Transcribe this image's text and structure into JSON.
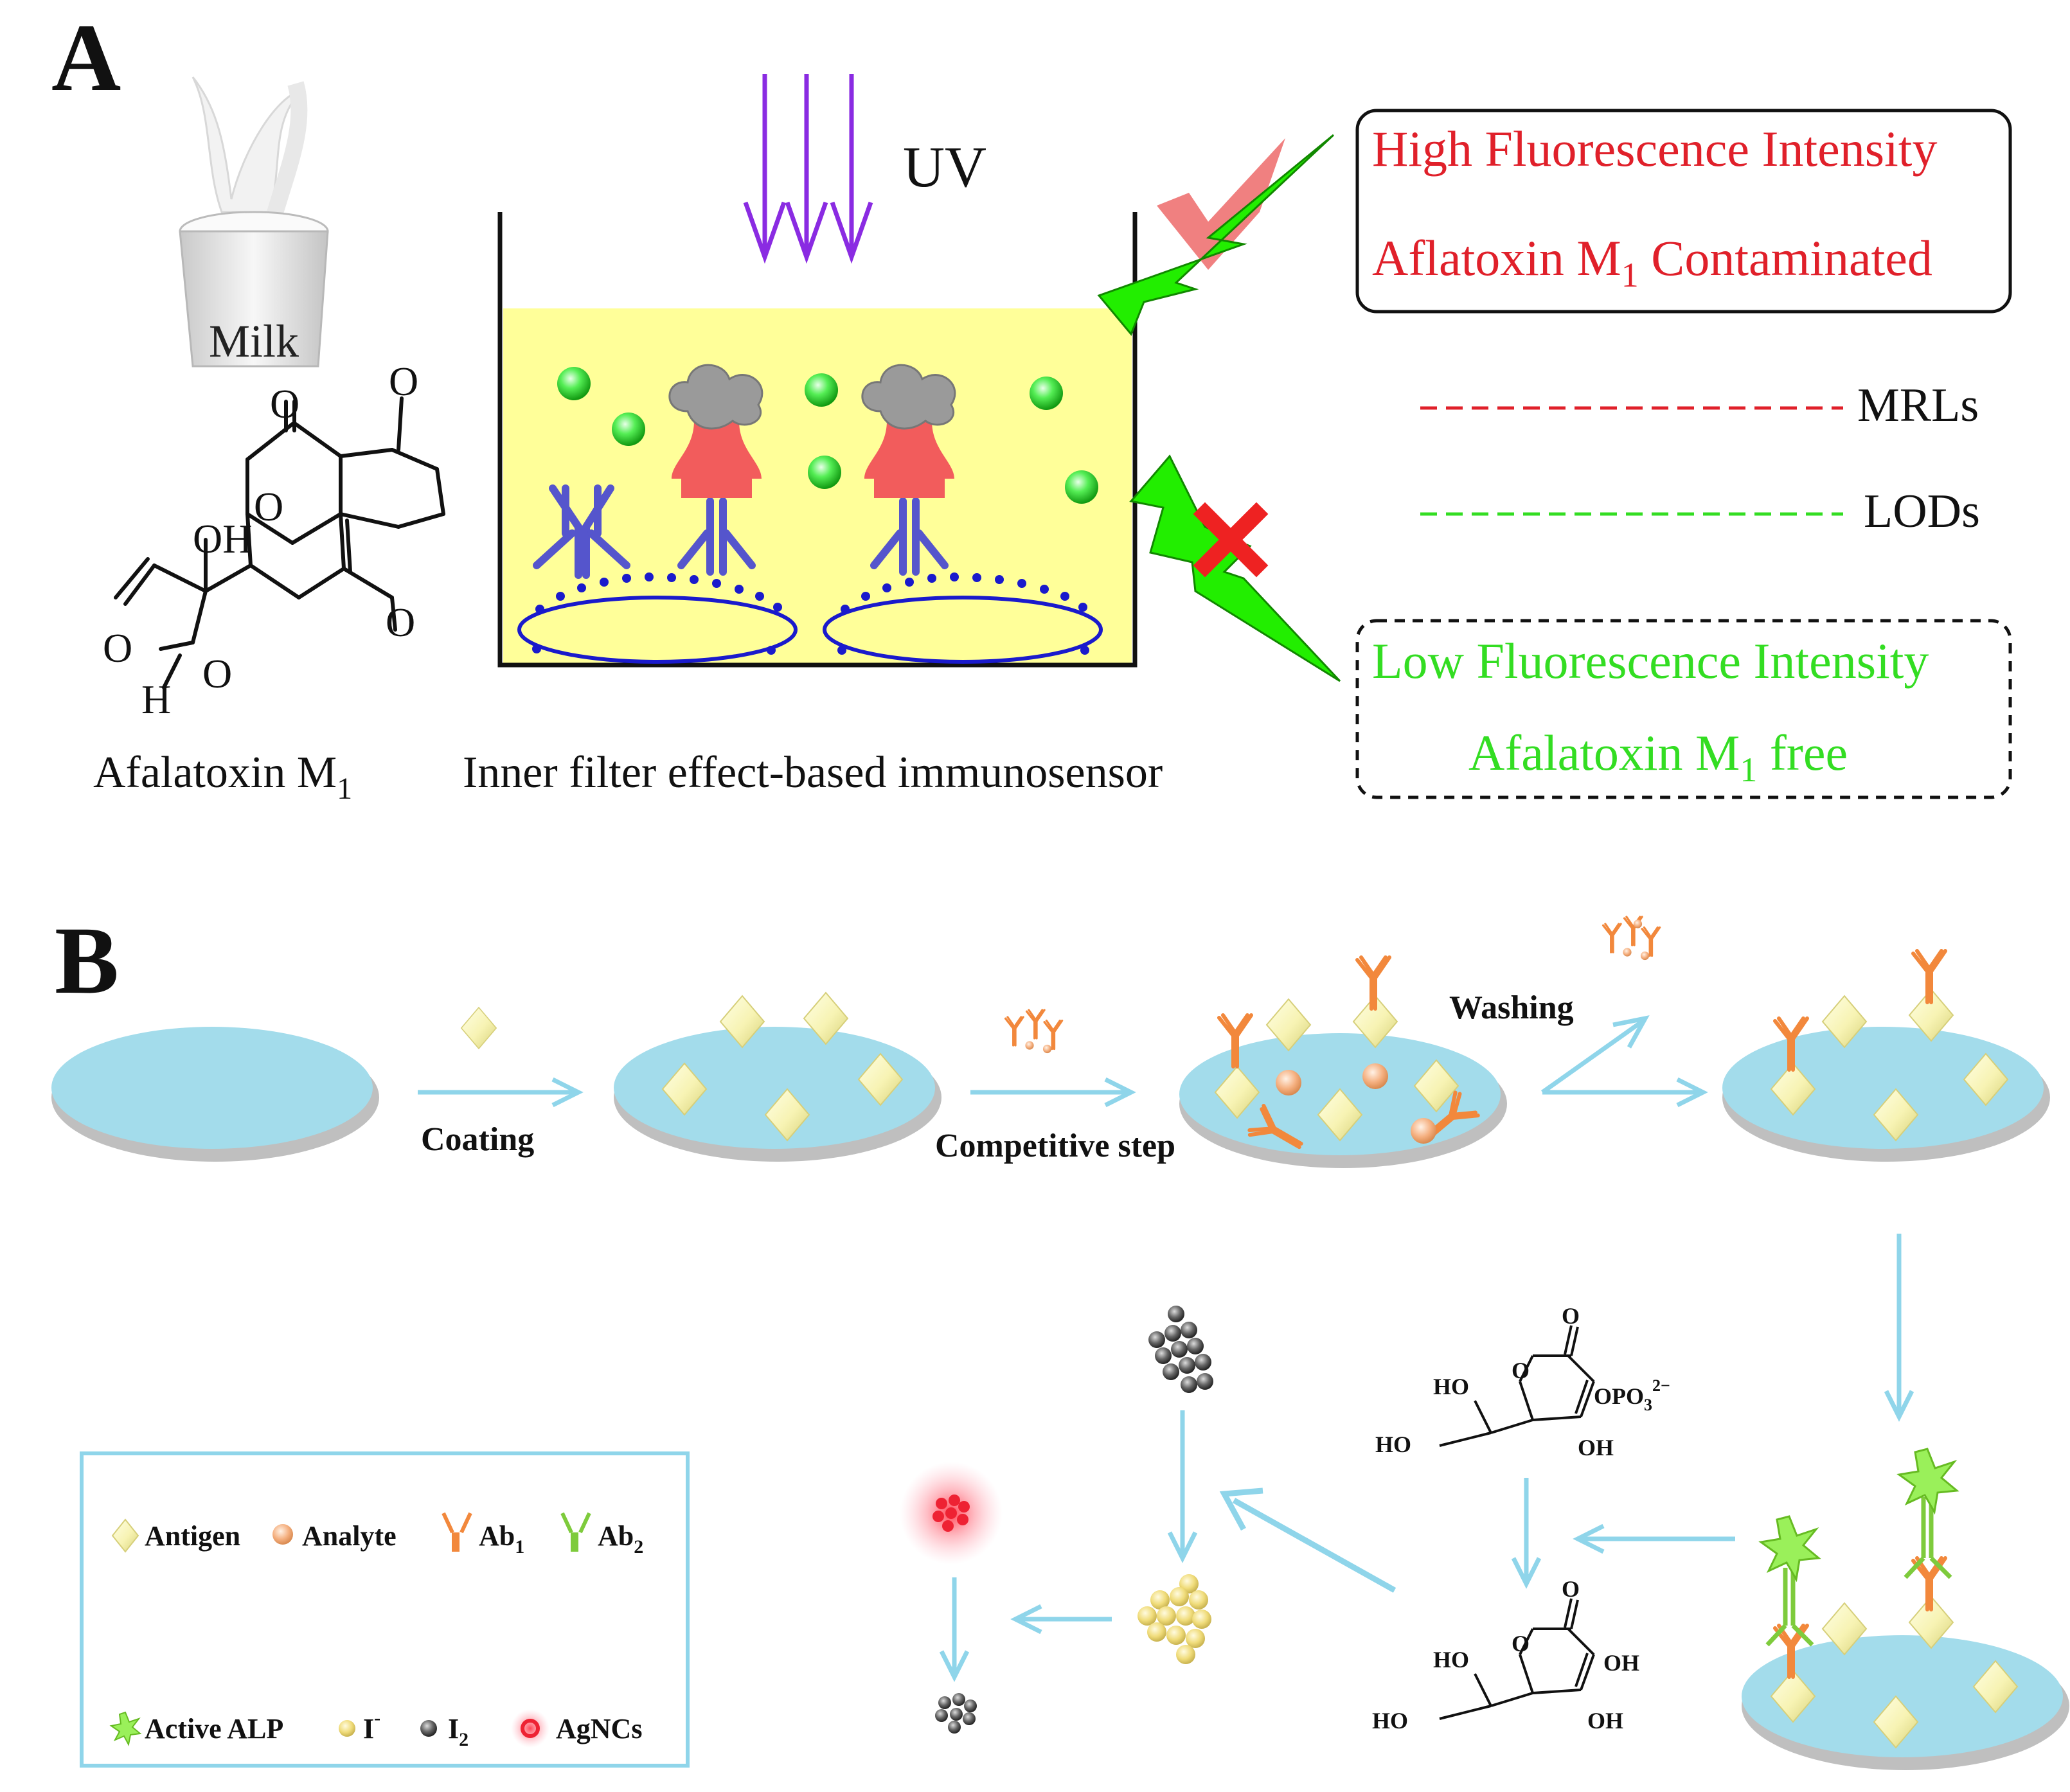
{
  "panel_a": {
    "label": "A",
    "uv_label": "UV",
    "milk_label": "Milk",
    "molecule_atoms": {
      "o1": "O",
      "o2": "O",
      "o3": "O",
      "oh": "OH",
      "o4": "O",
      "o5": "O",
      "o6": "O",
      "h": "H"
    },
    "compound_name": "Afalatoxin M",
    "compound_sub": "1",
    "sensor_caption": "Inner filter effect-based immunosensor",
    "high_box": {
      "line1": "High Fluorescence Intensity",
      "line2_a": "Aflatoxin M",
      "line2_sub": "1",
      "line2_b": " Contaminated"
    },
    "mrls_label": "MRLs",
    "lods_label": "LODs",
    "low_box": {
      "line1": "Low Fluorescence Intensity",
      "line2_a": "Afalatoxin M",
      "line2_sub": "1",
      "line2_b": " free"
    }
  },
  "panel_b": {
    "label": "B",
    "coating_label": "Coating",
    "competitive_label": "Competitive step",
    "washing_label": "Washing",
    "mol1": {
      "o_top": "O",
      "ring_o": "O",
      "ho1": "HO",
      "ho2": "HO",
      "opo": "OPO",
      "opo_sub": "3",
      "opo_sup": "2−",
      "oh": "OH"
    },
    "mol2": {
      "o_top": "O",
      "ring_o": "O",
      "ho1": "HO",
      "ho2": "HO",
      "oh1": "OH",
      "oh2": "OH"
    },
    "legend": {
      "antigen": "Antigen",
      "analyte": "Analyte",
      "ab1": "Ab",
      "ab1_sub": "1",
      "ab2": "Ab",
      "ab2_sub": "2",
      "alp": "Active ALP",
      "iodide": "I",
      "iodide_sup": "-",
      "iodine": "I",
      "iodine_sub": "2",
      "agncs": "AgNCs"
    }
  },
  "colors": {
    "uv_purple": "#8a2be2",
    "sensor_yellow": "#ffff99",
    "bead_green": "#22cc22",
    "antibody_blue": "#5555cc",
    "bead_blue": "#1a1acc",
    "enzyme_red": "#f25c5c",
    "cloud_gray": "#9a9a9a",
    "red_text": "#e0202a",
    "green_text": "#33dd22",
    "bolt_green": "#22ee00",
    "well_blue": "#a3dceb",
    "antigen_yellow": "#fafac0",
    "ab1_orange": "#f2883c",
    "ab2_green": "#7ecb3c",
    "arrow_blue": "#8fd5ea",
    "analyte_peach": "#f5b080",
    "iodide_yellow": "#f5e48a",
    "iodine_gray": "#555555",
    "agnc_red": "#ff3344"
  }
}
